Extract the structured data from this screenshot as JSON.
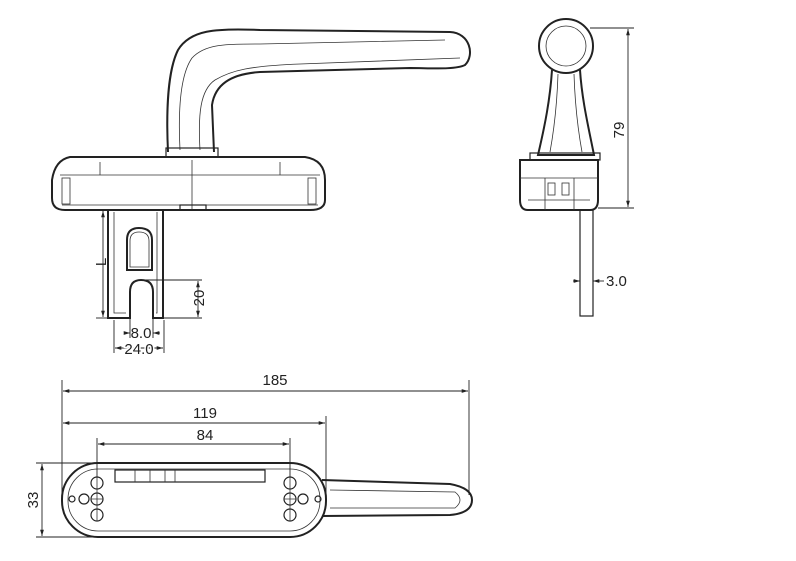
{
  "title": "Window handle technical drawing",
  "front_view": {
    "dim_length_label": "L",
    "dim_slot_depth": "20",
    "dim_slot_width": "8.0",
    "dim_plate_width": "24.0"
  },
  "side_view": {
    "dim_height": "79",
    "dim_spindle_thickness": "3.0"
  },
  "bottom_view": {
    "dim_total_length": "185",
    "dim_base_length": "119",
    "dim_hole_spacing": "84",
    "dim_base_width": "33"
  },
  "colors": {
    "line": "#222222",
    "background": "#ffffff"
  }
}
